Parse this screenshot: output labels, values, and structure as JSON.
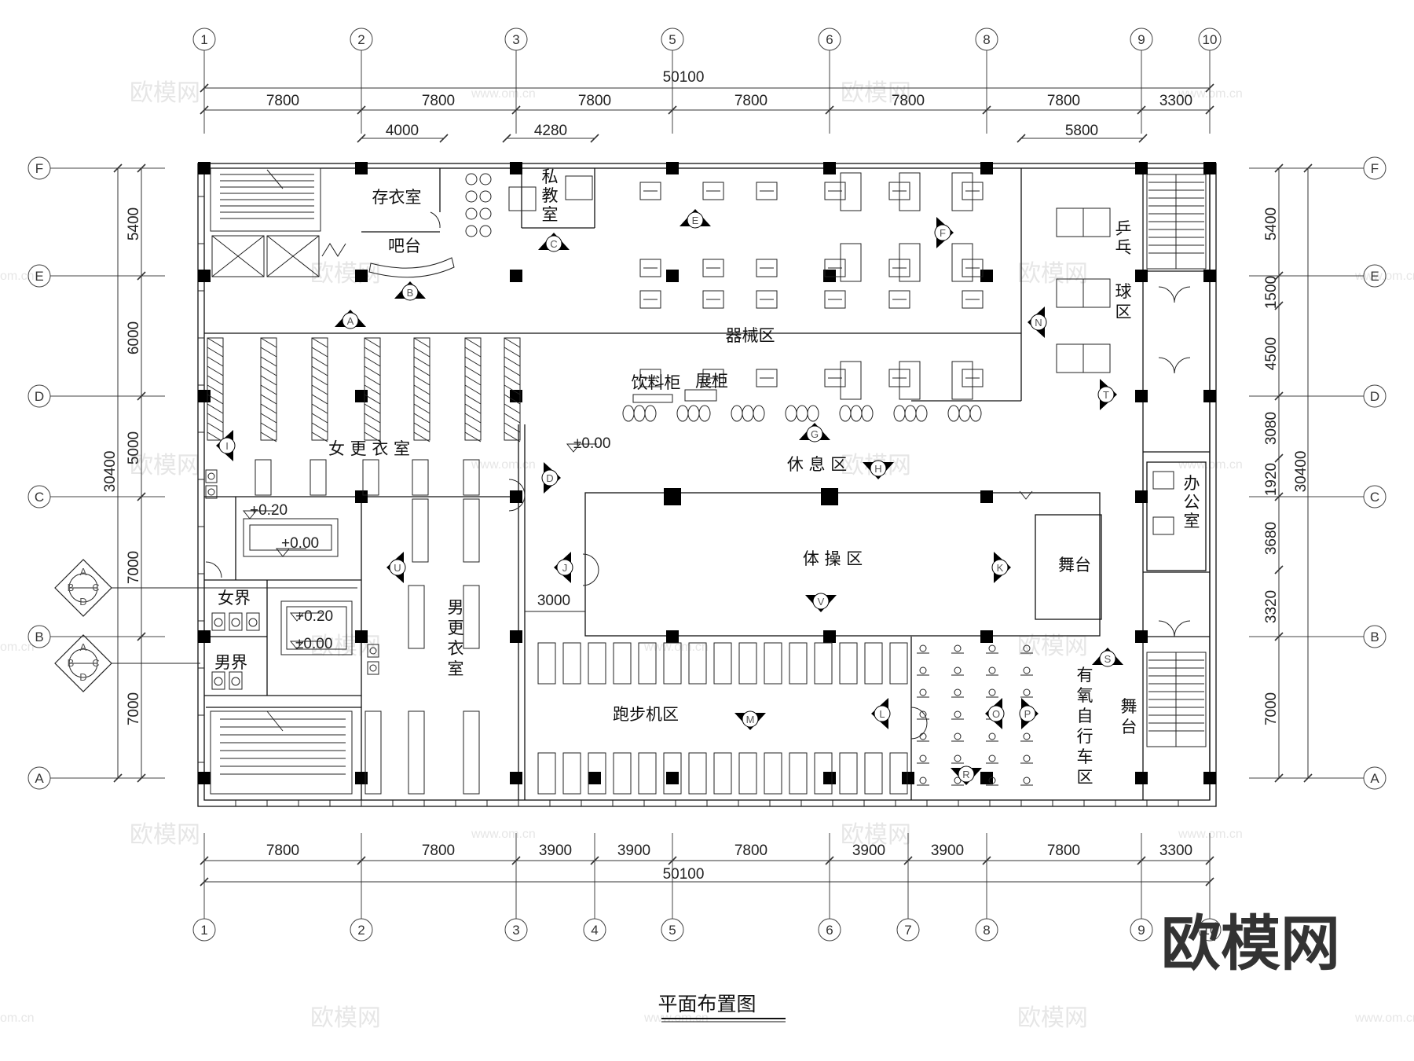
{
  "drawing": {
    "title": "平面布置图",
    "logo": "欧模网",
    "watermark_text": "欧模网",
    "watermark_url": "www.om.cn",
    "watermark_edge": "om.cn"
  },
  "top_axes": [
    "1",
    "2",
    "3",
    "5",
    "6",
    "8",
    "9",
    "10"
  ],
  "bottom_axes": [
    "1",
    "2",
    "3",
    "4",
    "5",
    "6",
    "7",
    "8",
    "9",
    "10"
  ],
  "side_axes": [
    "F",
    "E",
    "D",
    "C",
    "B",
    "A"
  ],
  "dims": {
    "top_total": "50100",
    "top_spans": [
      "7800",
      "7800",
      "7800",
      "7800",
      "7800",
      "7800",
      "3300"
    ],
    "top_sub": [
      "4000",
      "4280",
      "5800"
    ],
    "bottom_total": "50100",
    "bottom_spans": [
      "7800",
      "7800",
      "3900",
      "3900",
      "7800",
      "3900",
      "3900",
      "7800",
      "3300"
    ],
    "left_spans": [
      "5400",
      "6000",
      "5000",
      "7000",
      "7000"
    ],
    "left_total": "30400",
    "right_spans": [
      "5400",
      "1500",
      "4500",
      "3080",
      "1920",
      "3680",
      "3320",
      "7000"
    ],
    "right_total": "30400",
    "corridor_width": "3000"
  },
  "rooms": {
    "storage": "存衣室",
    "bar": "吧台",
    "private_1": "私",
    "private_2": "教",
    "private_3": "室",
    "equipment": "器械区",
    "drinks": "饮料柜",
    "display": "展柜",
    "pingpong_1": "乒",
    "pingpong_2": "乓",
    "pingpong_3": "球",
    "pingpong_4": "区",
    "womens_locker": "女 更 衣 室",
    "rest": "休   息   区",
    "office_1": "办",
    "office_2": "公",
    "office_3": "室",
    "aerobics": "体   操   区",
    "stage_1": "舞台",
    "stage_2a": "舞",
    "stage_2b": "台",
    "mens_locker_1": "男",
    "mens_locker_2": "更",
    "mens_locker_3": "衣",
    "mens_locker_4": "室",
    "womens_wc": "女界",
    "mens_wc": "男界",
    "treadmill": "跑步机区",
    "cycling_1": "有",
    "cycling_2": "氧",
    "cycling_3": "自",
    "cycling_4": "行",
    "cycling_5": "车",
    "cycling_6": "区"
  },
  "levels": {
    "main": "±0.00",
    "pool_a_top": "+0.20",
    "pool_a_bot": "+0.00",
    "pool_b_top": "+0.20",
    "pool_b_bot": "±0.00"
  },
  "view_markers": [
    "A",
    "B",
    "C",
    "D",
    "E",
    "F",
    "G",
    "H",
    "I",
    "J",
    "K",
    "L",
    "M",
    "N",
    "O",
    "P",
    "R",
    "S",
    "T",
    "U",
    "V"
  ],
  "section_marker": [
    "A",
    "B",
    "C",
    "D"
  ]
}
